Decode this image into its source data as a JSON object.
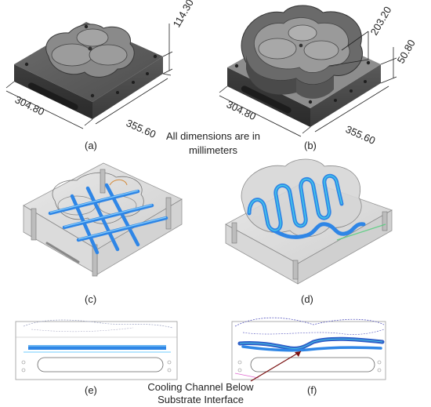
{
  "figure": {
    "dimensions": {
      "a_height": "114.30",
      "a_width": "304.80",
      "a_depth": "355.60",
      "b_conformal_depth": "203.20",
      "b_height": "50.80",
      "b_width": "304.80",
      "b_depth": "355.60"
    },
    "units_note": [
      "All dimensions are in",
      "millimeters"
    ],
    "panel_labels": [
      "(a)",
      "(b)",
      "(c)",
      "(d)",
      "(e)",
      "(f)"
    ],
    "callout": [
      "Cooling Channel Below",
      "Substrate Interface"
    ],
    "colors": {
      "mold_dark": "#5a5a5a",
      "mold_mid": "#7c7c7c",
      "mold_light": "#a6a6a6",
      "channel_blue": "#2f86e6",
      "channel_cyan": "#49d3e8",
      "callout_arrow": "#7a1010"
    }
  }
}
